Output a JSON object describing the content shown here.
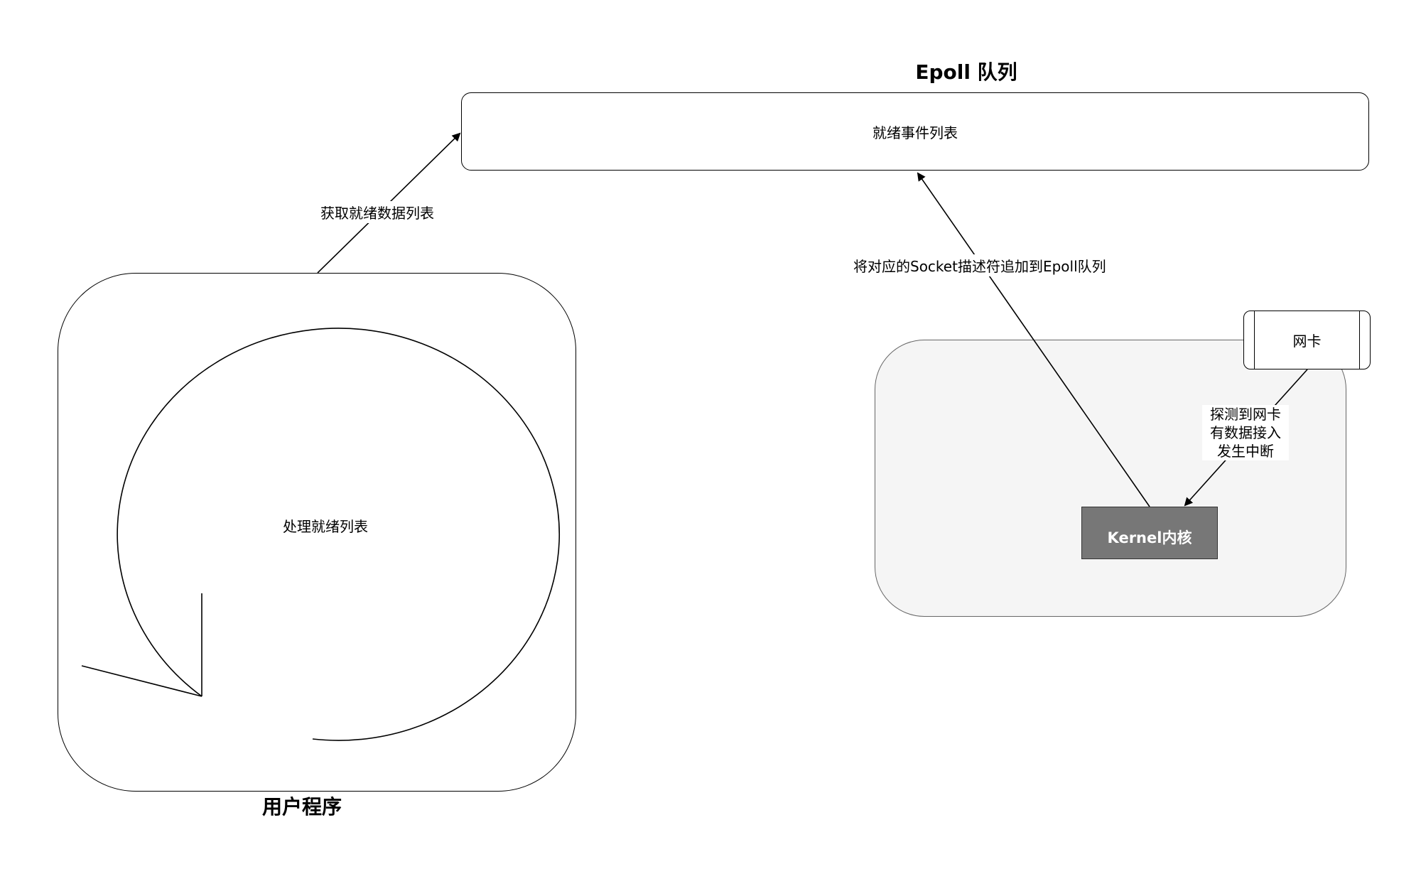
{
  "epoll": {
    "title": "Epoll 队列",
    "ready_event_list": "就绪事件列表"
  },
  "user_program": {
    "title": "用户程序",
    "process_label": "处理就绪列表"
  },
  "edges": {
    "get_ready_list": "获取就绪数据列表",
    "append_socket": "将对应的Socket描述符追加到Epoll队列",
    "interrupt_lines": [
      "探测到网卡",
      "有数据接入",
      "发生中断"
    ]
  },
  "nic": {
    "label": "网卡"
  },
  "kernel": {
    "label": "Kernel内核"
  },
  "colors": {
    "stroke": "#000000",
    "kernel_fill": "#777777",
    "kernel_area_fill": "#f5f5f5"
  }
}
